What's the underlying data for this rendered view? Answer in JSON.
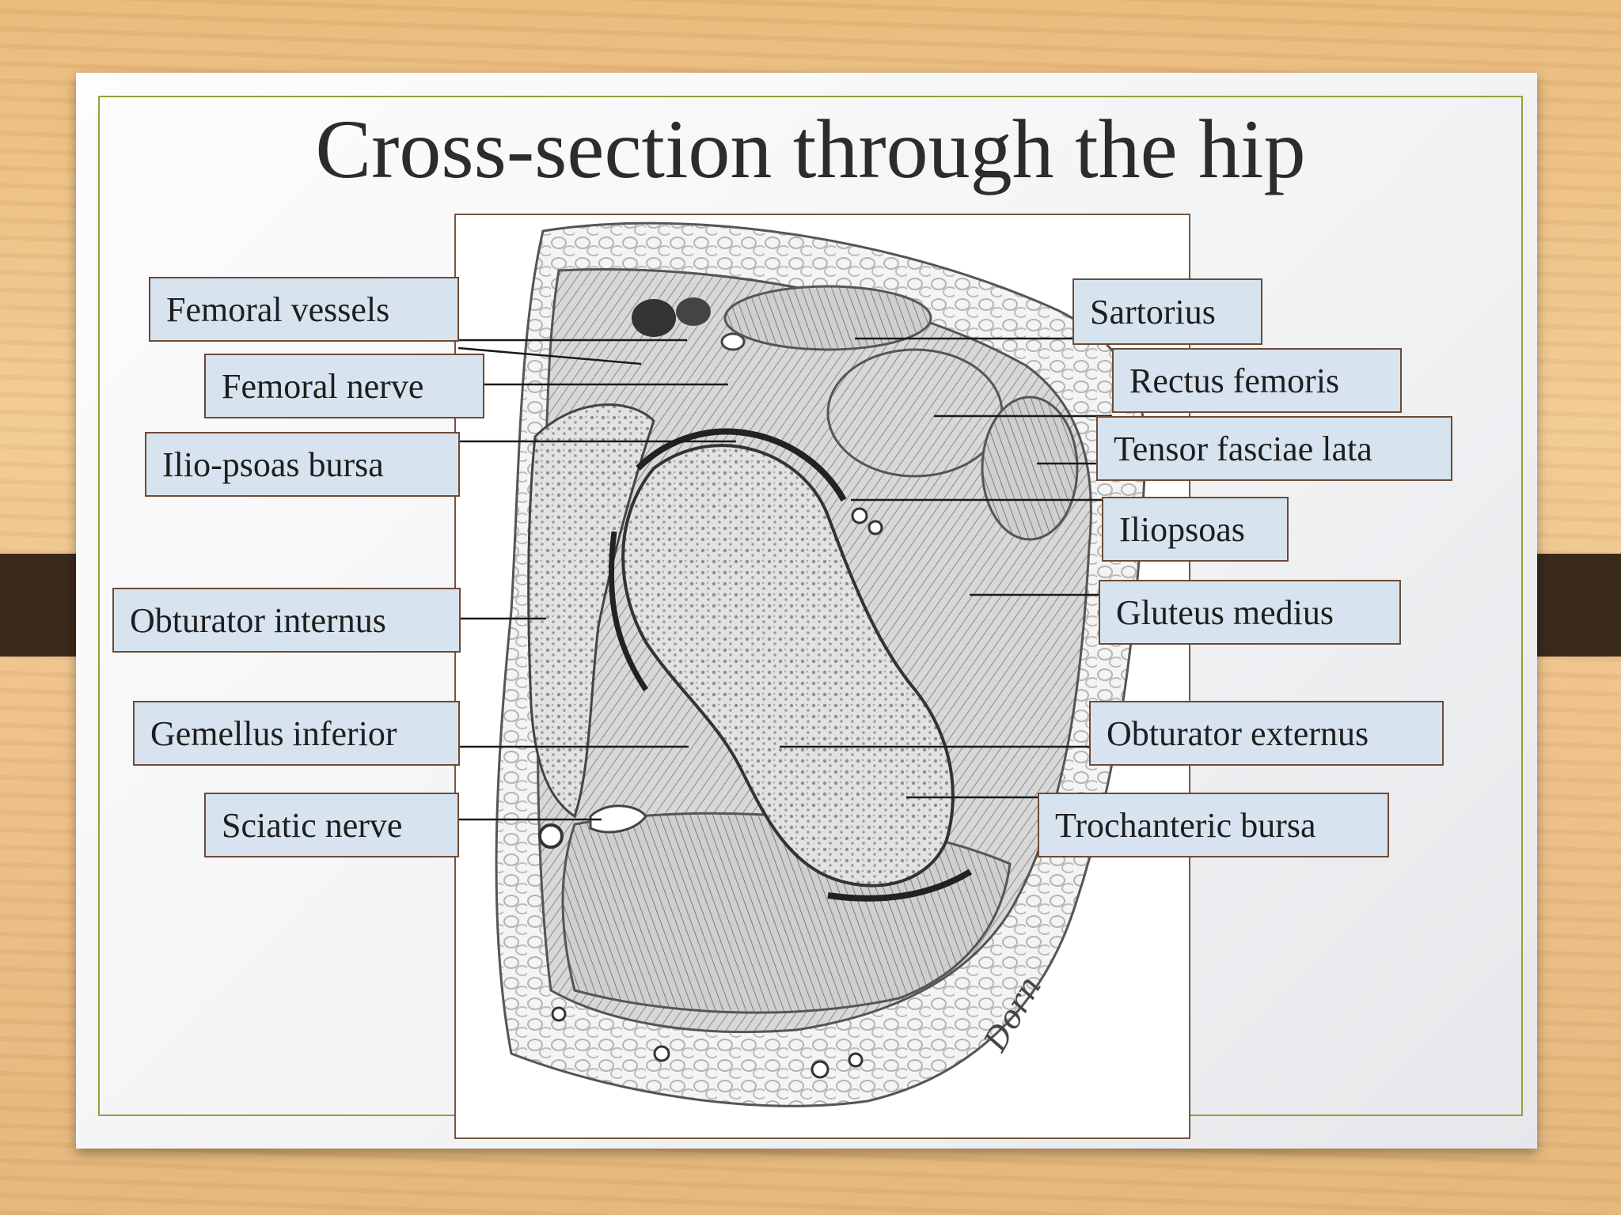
{
  "slide": {
    "title": "Cross-section through the hip",
    "accent_color": "#8ea23a",
    "label_fill": "#d7e4ef",
    "label_border": "#6e4a36"
  },
  "figure": {
    "signature": "Dorn"
  },
  "labels": {
    "left": [
      "Femoral vessels",
      "Femoral nerve",
      "Ilio-psoas bursa",
      "Obturator internus",
      "Gemellus inferior",
      "Sciatic nerve"
    ],
    "right": [
      "Sartorius",
      "Rectus femoris",
      "Tensor fasciae lata",
      "Iliopsoas",
      "Gluteus medius",
      "Obturator externus",
      "Trochanteric bursa"
    ]
  }
}
